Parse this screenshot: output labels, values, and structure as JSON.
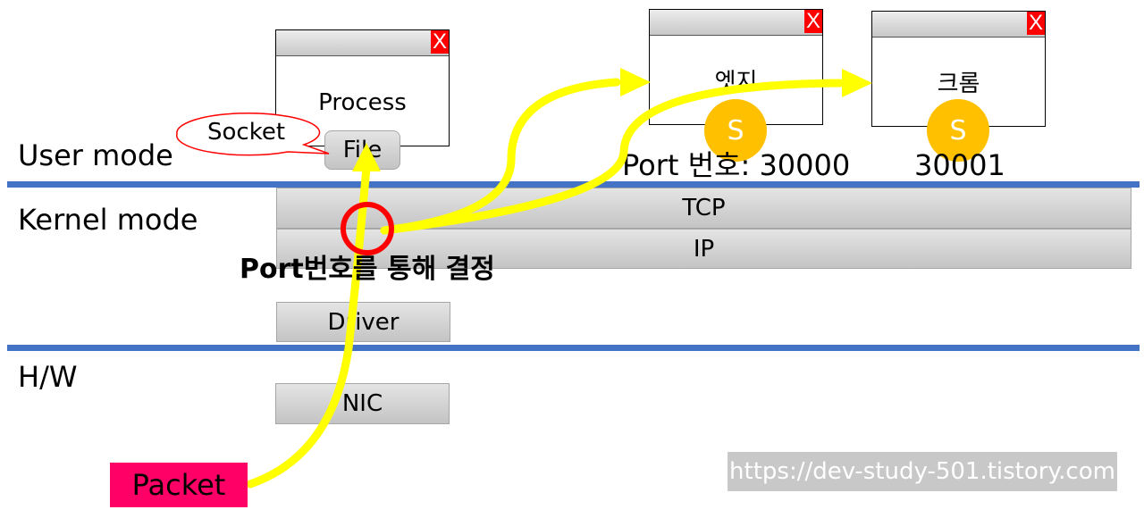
{
  "modes": {
    "user": "User mode",
    "kernel": "Kernel mode",
    "hw": "H/W"
  },
  "process_window": {
    "title": "Process",
    "file_label": "File",
    "close_glyph": "X"
  },
  "socket_callout": "Socket",
  "stack": {
    "tcp": "TCP",
    "ip": "IP",
    "driver": "Driver",
    "nic": "NIC"
  },
  "apps": [
    {
      "title": "엣지",
      "socket_glyph": "S",
      "port_text": "Port 번호: 30000",
      "close_glyph": "X"
    },
    {
      "title": "크롬",
      "socket_glyph": "S",
      "port_text": "30001",
      "close_glyph": "X"
    }
  ],
  "decision_label": "Port번호를 통해 결정",
  "packet_label": "Packet",
  "watermark": "https://dev-study-501.tistory.com",
  "colors": {
    "divider": "#4472c4",
    "arrow": "#ffff00",
    "socket": "#ffc000",
    "decision_ring": "#ff0000",
    "packet": "#ff0066",
    "close_button": "#ff0000"
  }
}
